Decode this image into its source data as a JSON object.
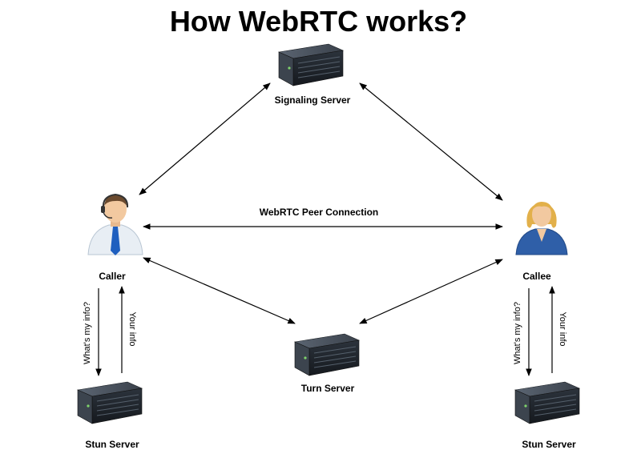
{
  "title": "How WebRTC works?",
  "nodes": {
    "signaling": "Signaling Server",
    "caller": "Caller",
    "callee": "Callee",
    "turn": "Turn Server",
    "stun_left": "Stun Server",
    "stun_right": "Stun Server"
  },
  "edges": {
    "peer": "WebRTC Peer Connection",
    "left_query": "What's my info?",
    "left_reply": "Your info",
    "right_query": "What's my info?",
    "right_reply": "Your info"
  },
  "colors": {
    "server_body": "#2b3138",
    "server_top": "#4a5360",
    "caller_shirt": "#e8eef4",
    "caller_tie": "#1f5fbf",
    "callee_jacket": "#2f5fa8",
    "callee_hair": "#e2b04a",
    "skin": "#f2c9a0"
  }
}
